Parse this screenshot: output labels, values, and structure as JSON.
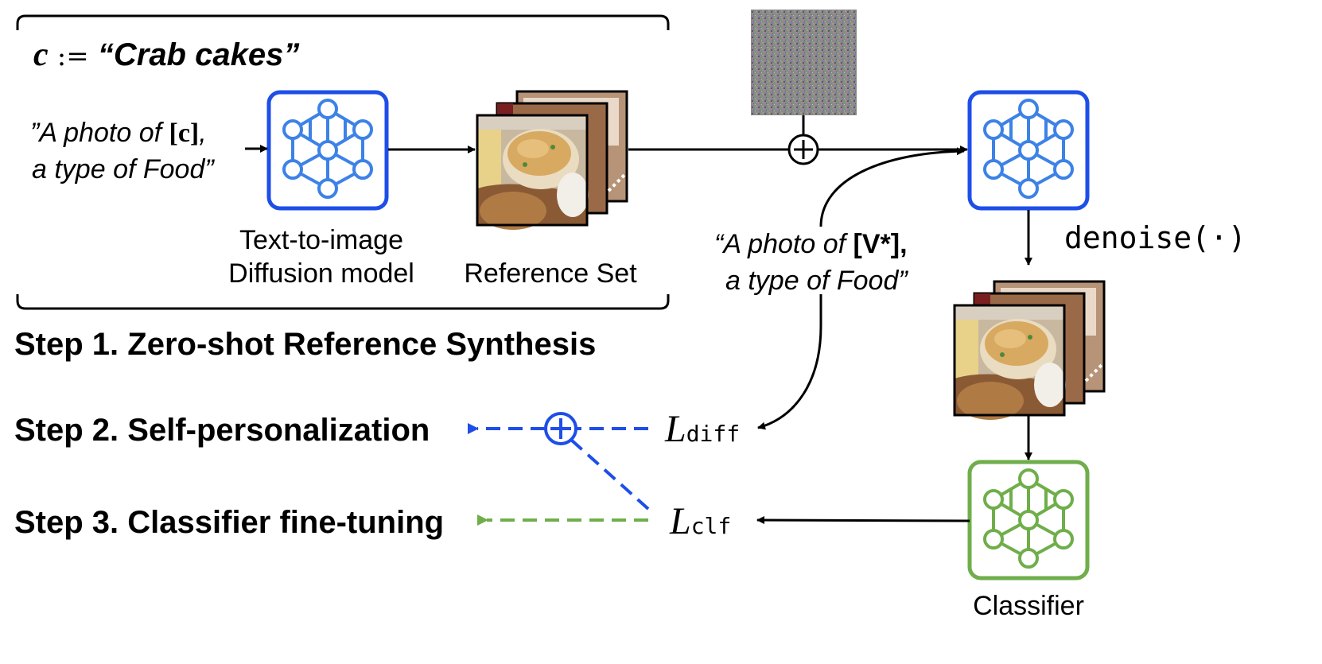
{
  "colors": {
    "blue": "#1e4ee8",
    "net_blue": "#3d82e6",
    "green": "#6fae4a",
    "black": "#000000"
  },
  "icons": {
    "model_icon": "neural-network-icon",
    "add_icon": "circled-plus-icon",
    "image_stack": "food-image-stack",
    "noise": "gaussian-noise-image"
  },
  "context": {
    "c_symbol": "c",
    "assign": ":=",
    "class_name": "“Crab cakes”"
  },
  "prompt1": {
    "line1_prefix": "”A photo of ",
    "line1_token": "[c]",
    "line1_suffix": ",",
    "line2": "a type of Food”"
  },
  "prompt2": {
    "line1_prefix": "“A photo of ",
    "line1_token": "[V*],",
    "line2": "a type of Food”"
  },
  "labels": {
    "t2i_line1": "Text-to-image",
    "t2i_line2": "Diffusion model",
    "reference_set": "Reference Set",
    "denoise": "denoise(·)",
    "classifier": "Classifier"
  },
  "losses": {
    "diff_symbol": "L",
    "diff_sub": "diff",
    "clf_symbol": "L",
    "clf_sub": "clf"
  },
  "steps": {
    "step1": "Step 1. Zero-shot Reference Synthesis",
    "step2": "Step 2. Self-personalization",
    "step3": "Step 3. Classifier fine-tuning"
  }
}
